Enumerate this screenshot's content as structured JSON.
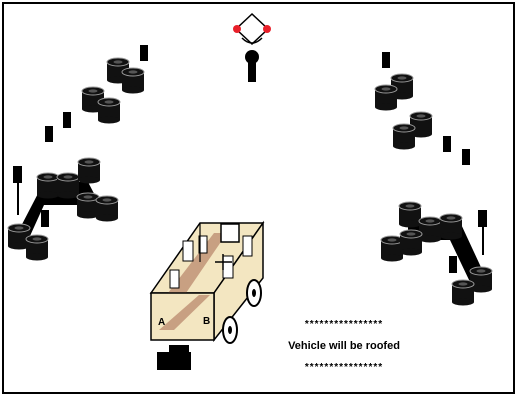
{
  "scene": {
    "kind": "rally stage diagram",
    "objects": {
      "tyre-stacks": "black tyre stacks",
      "marker-posts": "black marker posts",
      "spectator": "spectator figure",
      "vehicle": "roofed vehicle"
    },
    "vehicle_labels": {
      "a": "A",
      "b": "B"
    }
  },
  "message": {
    "stars_top": "****************",
    "text": "Vehicle will be roofed",
    "stars_bottom": "****************"
  },
  "colors": {
    "frame": "#000000",
    "background": "#ffffff",
    "tyre": "#111111",
    "tyre_ring": "#9a9a9a",
    "vehicle_body": "#f3e6c1",
    "vehicle_stripe": "#c8a082",
    "spectator_head_marks": "#e8202a"
  }
}
